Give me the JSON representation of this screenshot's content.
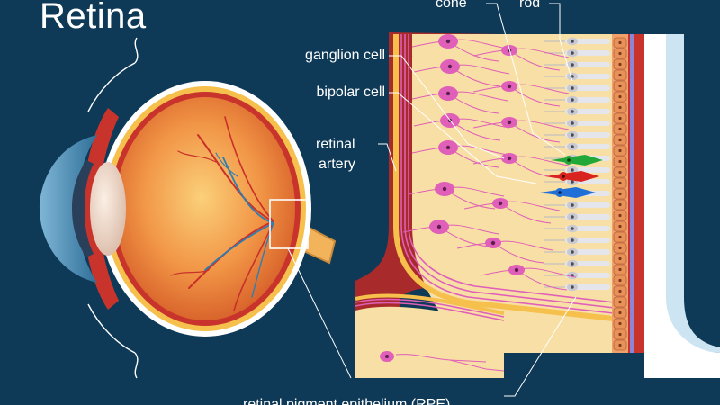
{
  "title": "Retina",
  "labels": {
    "cone": "cone",
    "rod": "rod",
    "ganglion": "ganglion cell",
    "bipolar": "bipolar cell",
    "artery_line1": "retinal",
    "artery_line2": "artery",
    "rpe": "retinal pigment epithelium (RPE)"
  },
  "colors": {
    "background": "#0e3a57",
    "sclera": "#ffffff",
    "choroid": "#c8342c",
    "retina": "#f8dfa5",
    "neuron": "#e05fb8",
    "cone_green": "#22a838",
    "cone_red": "#d8231e",
    "cone_blue": "#1f6fd6",
    "rpe": "#e8925a",
    "membrane": "#8e84d6"
  }
}
